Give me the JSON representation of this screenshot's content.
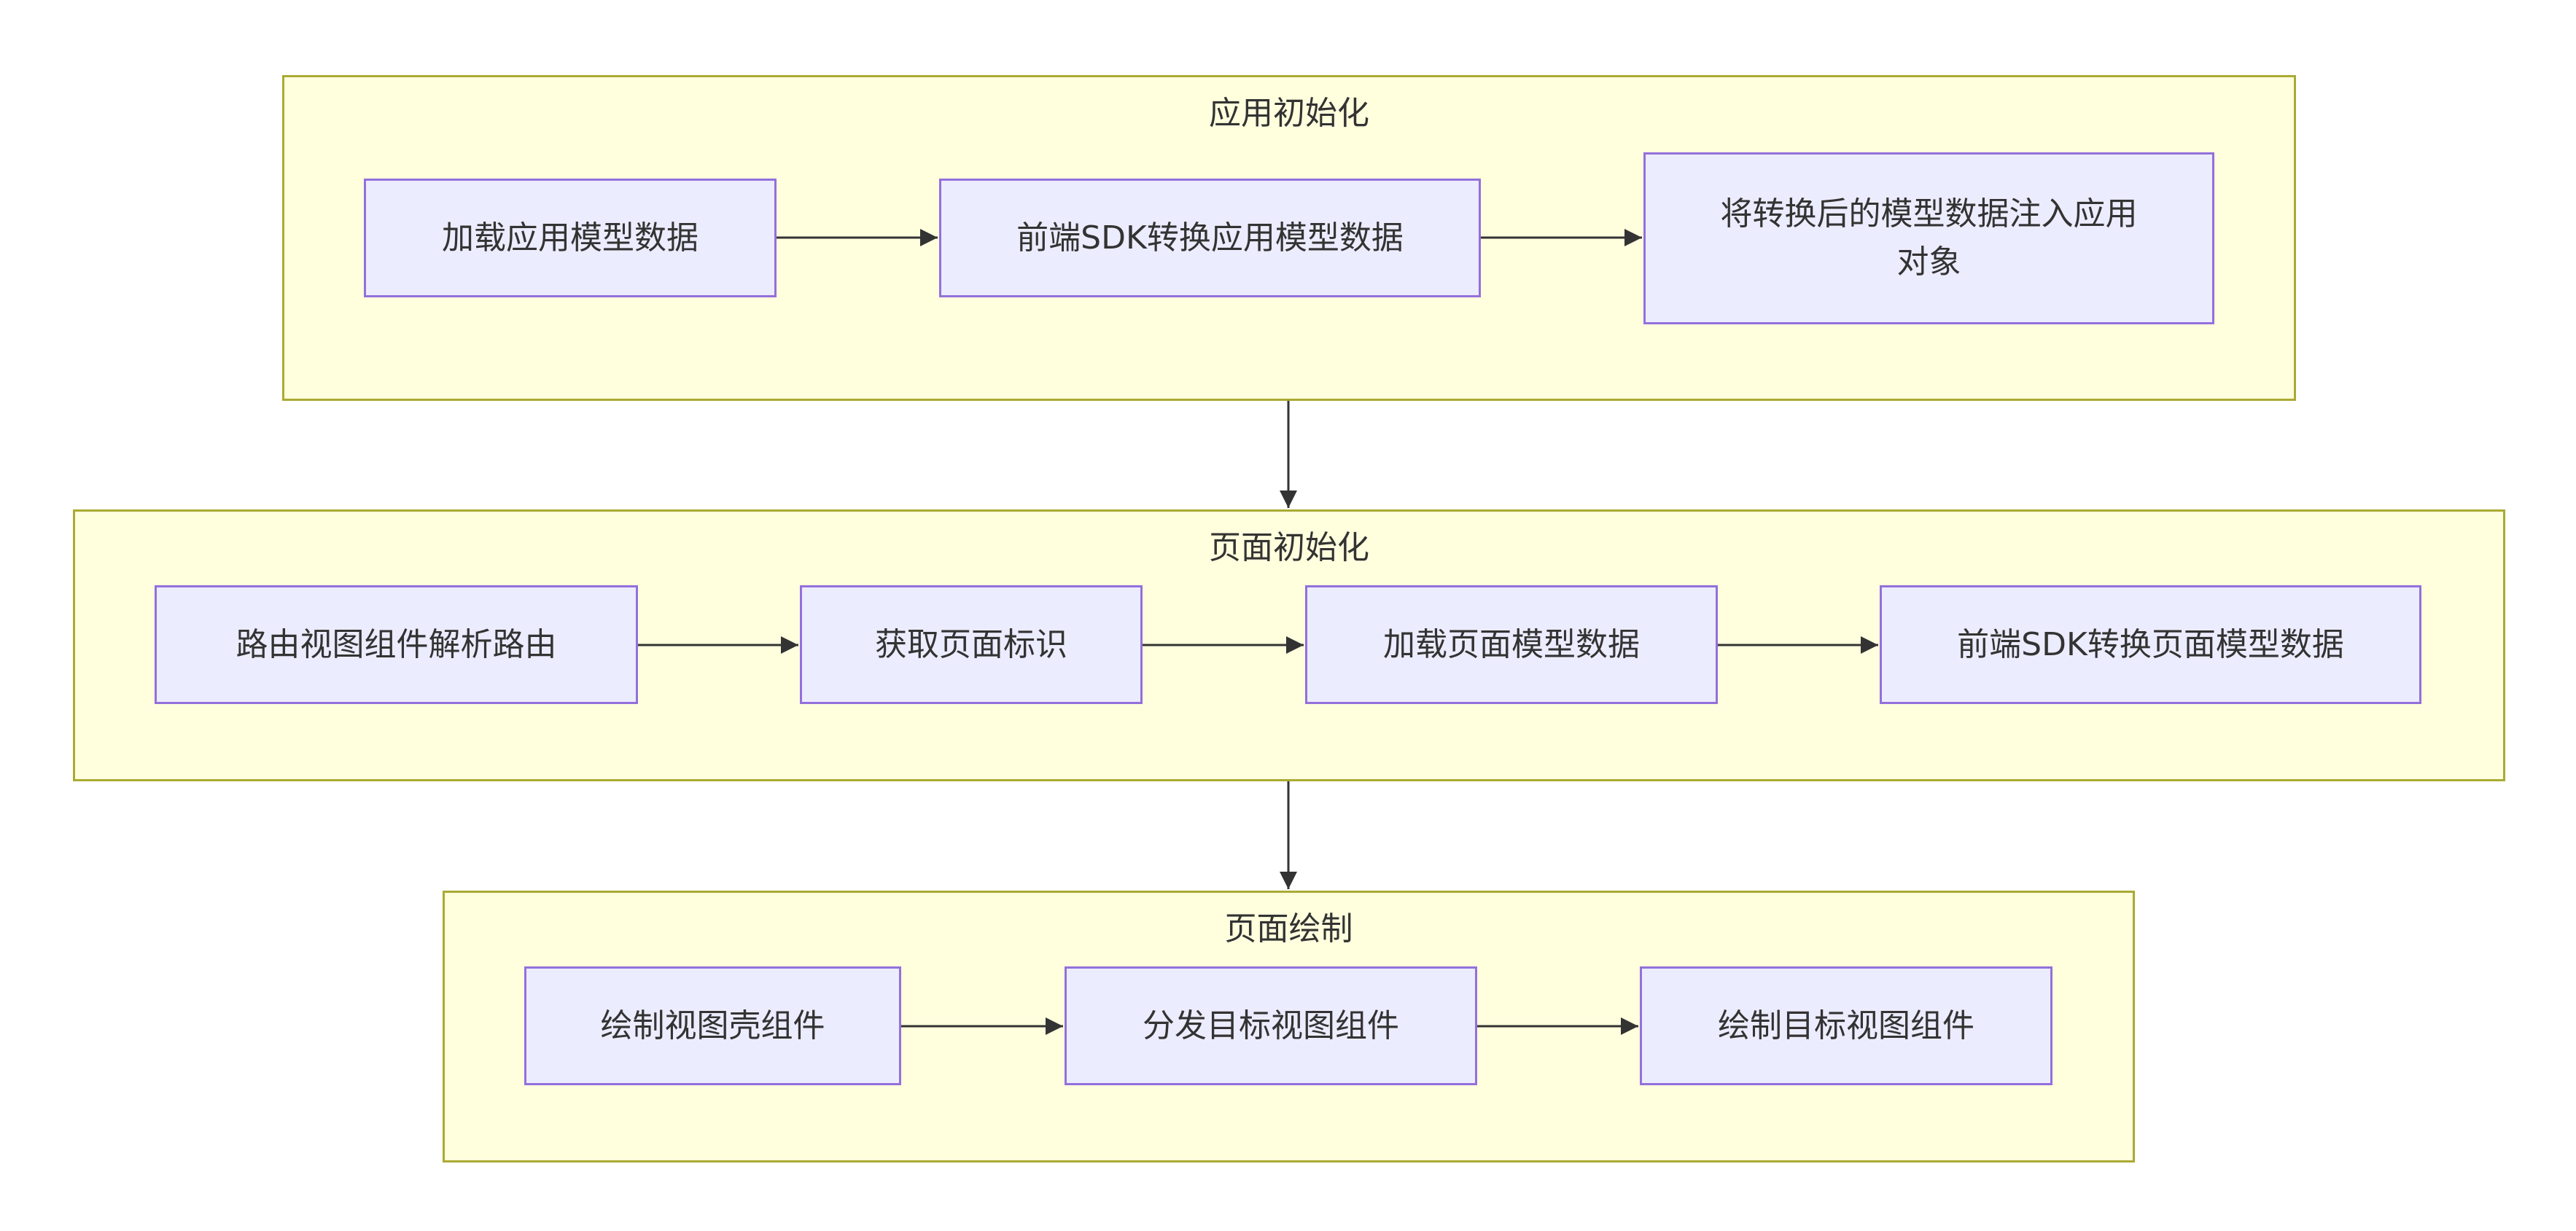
{
  "clusters": {
    "app_init": {
      "title": "应用初始化",
      "nodes": [
        "加载应用模型数据",
        "前端SDK转换应用模型数据",
        "将转换后的模型数据注入应用对象"
      ]
    },
    "page_init": {
      "title": "页面初始化",
      "nodes": [
        "路由视图组件解析路由",
        "获取页面标识",
        "加载页面模型数据",
        "前端SDK转换页面模型数据"
      ]
    },
    "page_render": {
      "title": "页面绘制",
      "nodes": [
        "绘制视图壳组件",
        "分发目标视图组件",
        "绘制目标视图组件"
      ]
    }
  },
  "colors": {
    "cluster_fill": "#ffffde",
    "cluster_border": "#aaaa33",
    "node_fill": "#ececff",
    "node_border": "#9370db",
    "edge": "#333333"
  }
}
